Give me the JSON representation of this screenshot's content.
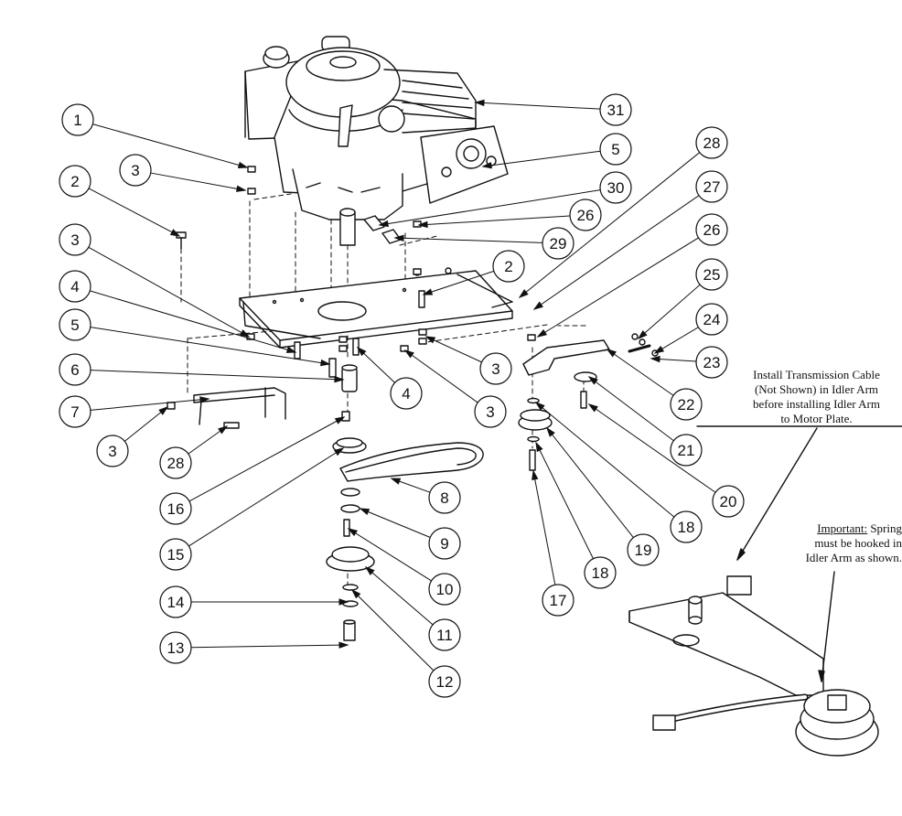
{
  "callouts": [
    {
      "id": "c1",
      "label": "1"
    },
    {
      "id": "c3a",
      "label": "3"
    },
    {
      "id": "c2a",
      "label": "2"
    },
    {
      "id": "c3b",
      "label": "3"
    },
    {
      "id": "c4a",
      "label": "4"
    },
    {
      "id": "c5a",
      "label": "5"
    },
    {
      "id": "c6",
      "label": "6"
    },
    {
      "id": "c7",
      "label": "7"
    },
    {
      "id": "c3c",
      "label": "3"
    },
    {
      "id": "c28a",
      "label": "28"
    },
    {
      "id": "c16",
      "label": "16"
    },
    {
      "id": "c15",
      "label": "15"
    },
    {
      "id": "c14",
      "label": "14"
    },
    {
      "id": "c13",
      "label": "13"
    },
    {
      "id": "c31",
      "label": "31"
    },
    {
      "id": "c5b",
      "label": "5"
    },
    {
      "id": "c30",
      "label": "30"
    },
    {
      "id": "c26a",
      "label": "26"
    },
    {
      "id": "c29",
      "label": "29"
    },
    {
      "id": "c2b",
      "label": "2"
    },
    {
      "id": "c3d",
      "label": "3"
    },
    {
      "id": "c4b",
      "label": "4"
    },
    {
      "id": "c3e",
      "label": "3"
    },
    {
      "id": "c8",
      "label": "8"
    },
    {
      "id": "c9",
      "label": "9"
    },
    {
      "id": "c10",
      "label": "10"
    },
    {
      "id": "c11",
      "label": "11"
    },
    {
      "id": "c12",
      "label": "12"
    },
    {
      "id": "c28b",
      "label": "28"
    },
    {
      "id": "c27",
      "label": "27"
    },
    {
      "id": "c26b",
      "label": "26"
    },
    {
      "id": "c25",
      "label": "25"
    },
    {
      "id": "c24",
      "label": "24"
    },
    {
      "id": "c23",
      "label": "23"
    },
    {
      "id": "c22",
      "label": "22"
    },
    {
      "id": "c21",
      "label": "21"
    },
    {
      "id": "c20",
      "label": "20"
    },
    {
      "id": "c18a",
      "label": "18"
    },
    {
      "id": "c19",
      "label": "19"
    },
    {
      "id": "c18b",
      "label": "18"
    },
    {
      "id": "c17",
      "label": "17"
    }
  ],
  "notes": {
    "install": [
      "Install Transmission Cable",
      "(Not Shown) in Idler Arm",
      "before installing Idler Arm",
      "to Motor Plate."
    ],
    "important_prefix": "Important:",
    "important": [
      " Spring",
      "must be hooked in",
      "Idler Arm as shown."
    ]
  }
}
